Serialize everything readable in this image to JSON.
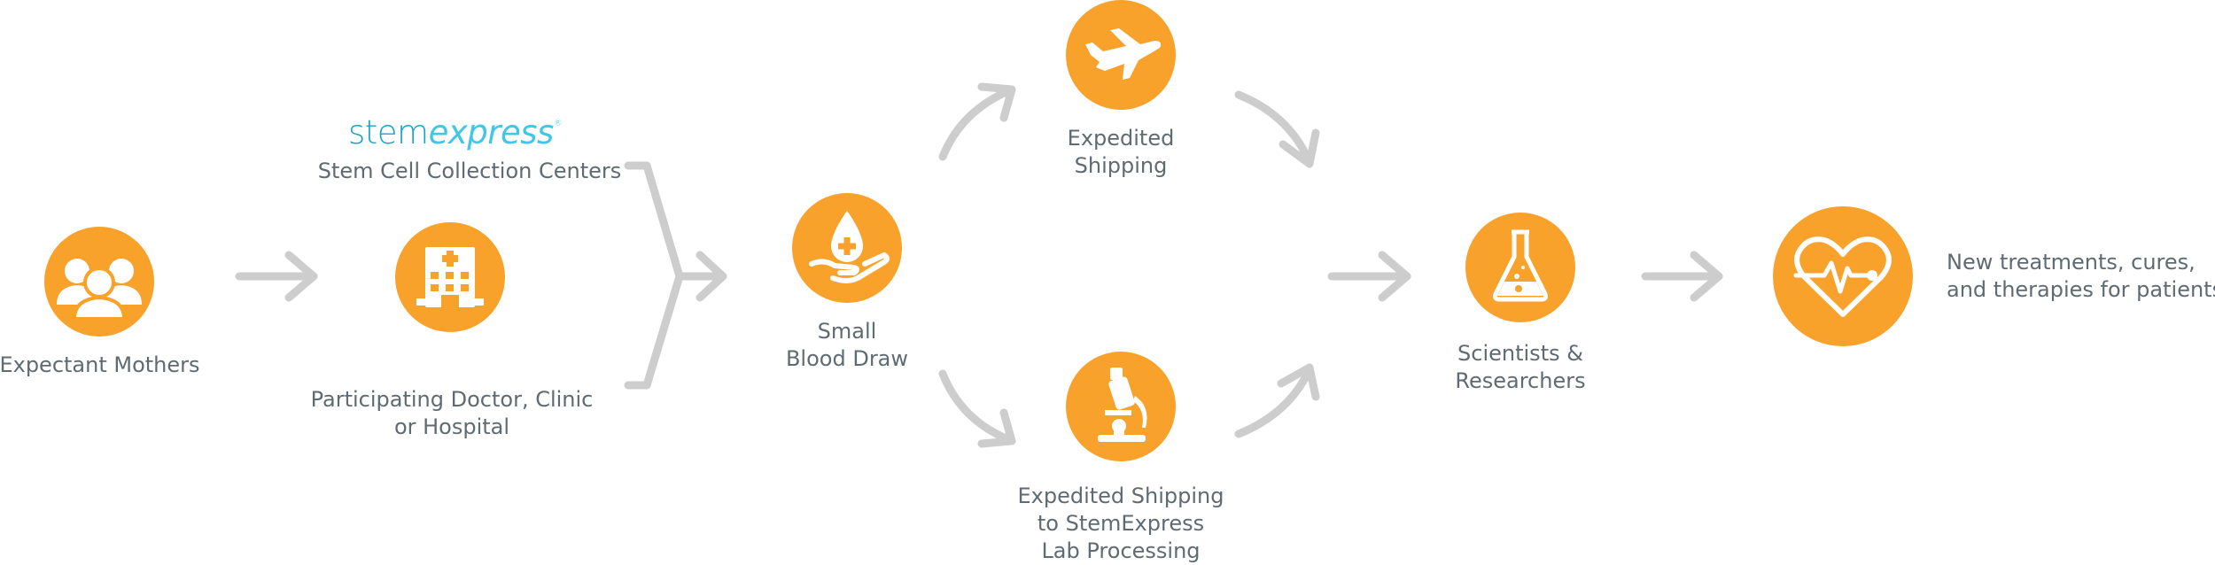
{
  "colors": {
    "node_fill": "#f8a22c",
    "icon": "#ffffff",
    "arrow": "#cdcdcd",
    "text": "#5f6b73",
    "logo_dark": "#17a4c8",
    "logo_light": "#3fc6e8"
  },
  "logo": {
    "part1": "stem",
    "part2": "express",
    "mark": "®"
  },
  "labels": {
    "collection_centers": "Stem Cell Collection Centers",
    "mothers": [
      "Expectant Mothers"
    ],
    "doctor": [
      "Participating Doctor, Clinic",
      "or Hospital"
    ],
    "blood_draw": [
      "Small",
      "Blood Draw"
    ],
    "shipping": [
      "Expedited",
      "Shipping"
    ],
    "lab_shipping": [
      "Expedited Shipping",
      "to StemExpress",
      "Lab Processing"
    ],
    "scientists": [
      "Scientists &",
      "Researchers"
    ],
    "treatments": [
      "New treatments, cures,",
      "and therapies for patients"
    ]
  },
  "icons": {
    "mothers": "family-icon",
    "doctor": "hospital-icon",
    "blood_draw": "blood-drop-hand-icon",
    "shipping": "airplane-icon",
    "lab_shipping": "microscope-icon",
    "scientists": "flask-icon",
    "treatments": "heart-pulse-icon"
  }
}
